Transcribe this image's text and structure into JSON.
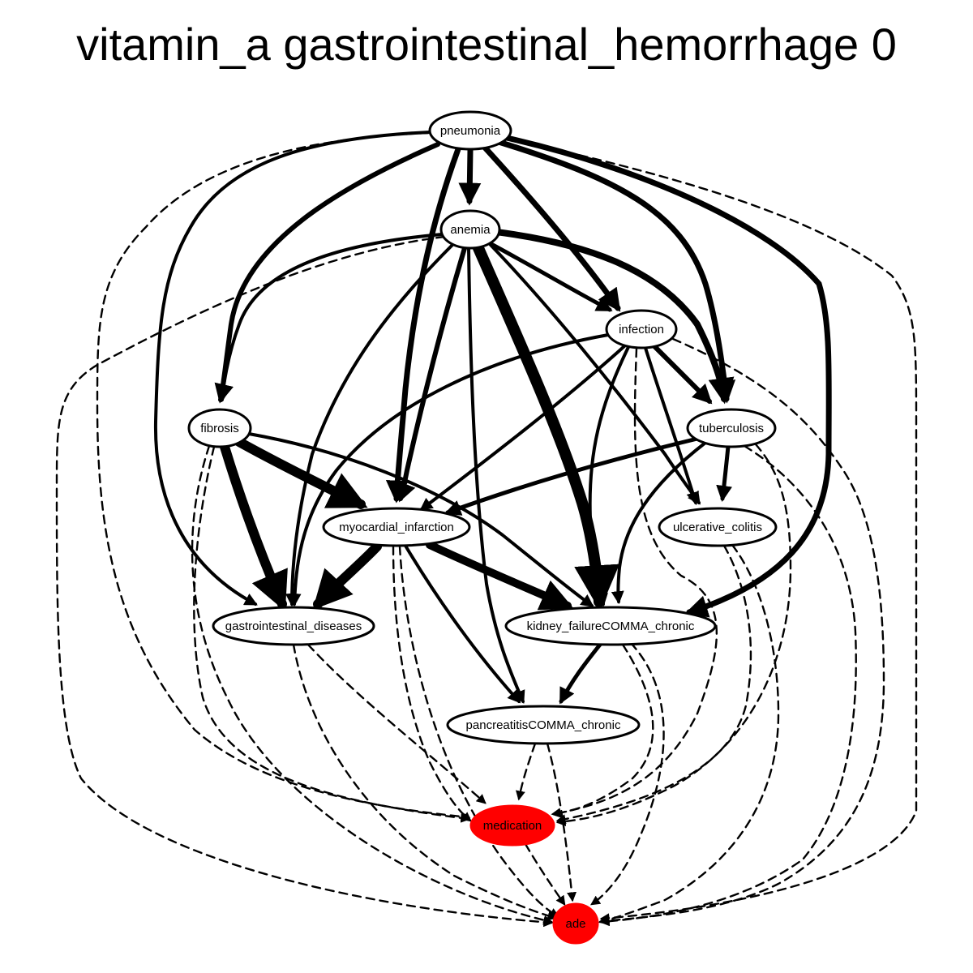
{
  "title": "vitamin_a gastrointestinal_hemorrhage 0",
  "colors": {
    "highlight": "#ff0000",
    "node_fill": "#ffffff",
    "stroke": "#000000"
  },
  "nodes": [
    {
      "id": "pneumonia",
      "label": "pneumonia",
      "highlight": false
    },
    {
      "id": "anemia",
      "label": "anemia",
      "highlight": false
    },
    {
      "id": "infection",
      "label": "infection",
      "highlight": false
    },
    {
      "id": "fibrosis",
      "label": "fibrosis",
      "highlight": false
    },
    {
      "id": "tuberculosis",
      "label": "tuberculosis",
      "highlight": false
    },
    {
      "id": "myocardial_infarction",
      "label": "myocardial_infarction",
      "highlight": false
    },
    {
      "id": "ulcerative_colitis",
      "label": "ulcerative_colitis",
      "highlight": false
    },
    {
      "id": "gastrointestinal_diseases",
      "label": "gastrointestinal_diseases",
      "highlight": false
    },
    {
      "id": "kidney_failure_chronic",
      "label": "kidney_failureCOMMA_chronic",
      "highlight": false
    },
    {
      "id": "pancreatitis_chronic",
      "label": "pancreatitisCOMMA_chronic",
      "highlight": false
    },
    {
      "id": "medication",
      "label": "medication",
      "highlight": true
    },
    {
      "id": "ade",
      "label": "ade",
      "highlight": true
    }
  ],
  "edges": [
    {
      "from": "pneumonia",
      "to": "anemia",
      "style": "solid",
      "weight": 7
    },
    {
      "from": "pneumonia",
      "to": "fibrosis",
      "style": "solid",
      "weight": 6
    },
    {
      "from": "pneumonia",
      "to": "infection",
      "style": "solid",
      "weight": 7
    },
    {
      "from": "pneumonia",
      "to": "tuberculosis",
      "style": "solid",
      "weight": 7
    },
    {
      "from": "pneumonia",
      "to": "myocardial_infarction",
      "style": "solid",
      "weight": 7
    },
    {
      "from": "pneumonia",
      "to": "gastrointestinal_diseases",
      "style": "solid",
      "weight": 4
    },
    {
      "from": "pneumonia",
      "to": "kidney_failure_chronic",
      "style": "solid",
      "weight": 7
    },
    {
      "from": "pneumonia",
      "to": "medication",
      "style": "dashed",
      "weight": 2
    },
    {
      "from": "pneumonia",
      "to": "ade",
      "style": "dashed",
      "weight": 2
    },
    {
      "from": "anemia",
      "to": "fibrosis",
      "style": "solid",
      "weight": 4
    },
    {
      "from": "anemia",
      "to": "infection",
      "style": "solid",
      "weight": 5
    },
    {
      "from": "anemia",
      "to": "tuberculosis",
      "style": "solid",
      "weight": 8
    },
    {
      "from": "anemia",
      "to": "myocardial_infarction",
      "style": "solid",
      "weight": 6
    },
    {
      "from": "anemia",
      "to": "ulcerative_colitis",
      "style": "solid",
      "weight": 4
    },
    {
      "from": "anemia",
      "to": "gastrointestinal_diseases",
      "style": "solid",
      "weight": 4
    },
    {
      "from": "anemia",
      "to": "kidney_failure_chronic",
      "style": "solid",
      "weight": 14
    },
    {
      "from": "anemia",
      "to": "pancreatitis_chronic",
      "style": "solid",
      "weight": 4
    },
    {
      "from": "anemia",
      "to": "ade",
      "style": "dashed",
      "weight": 2
    },
    {
      "from": "infection",
      "to": "tuberculosis",
      "style": "solid",
      "weight": 6
    },
    {
      "from": "infection",
      "to": "ulcerative_colitis",
      "style": "solid",
      "weight": 4
    },
    {
      "from": "infection",
      "to": "myocardial_infarction",
      "style": "solid",
      "weight": 4
    },
    {
      "from": "infection",
      "to": "gastrointestinal_diseases",
      "style": "solid",
      "weight": 4
    },
    {
      "from": "infection",
      "to": "kidney_failure_chronic",
      "style": "solid",
      "weight": 4
    },
    {
      "from": "infection",
      "to": "medication",
      "style": "dashed",
      "weight": 2
    },
    {
      "from": "infection",
      "to": "ade",
      "style": "dashed",
      "weight": 2
    },
    {
      "from": "fibrosis",
      "to": "myocardial_infarction",
      "style": "solid",
      "weight": 12
    },
    {
      "from": "fibrosis",
      "to": "gastrointestinal_diseases",
      "style": "solid",
      "weight": 12
    },
    {
      "from": "fibrosis",
      "to": "kidney_failure_chronic",
      "style": "solid",
      "weight": 4
    },
    {
      "from": "fibrosis",
      "to": "medication",
      "style": "dashed",
      "weight": 2
    },
    {
      "from": "fibrosis",
      "to": "ade",
      "style": "dashed",
      "weight": 2
    },
    {
      "from": "tuberculosis",
      "to": "myocardial_infarction",
      "style": "solid",
      "weight": 5
    },
    {
      "from": "tuberculosis",
      "to": "ulcerative_colitis",
      "style": "solid",
      "weight": 5
    },
    {
      "from": "tuberculosis",
      "to": "kidney_failure_chronic",
      "style": "solid",
      "weight": 4
    },
    {
      "from": "tuberculosis",
      "to": "medication",
      "style": "dashed",
      "weight": 2
    },
    {
      "from": "tuberculosis",
      "to": "ade",
      "style": "dashed",
      "weight": 2
    },
    {
      "from": "myocardial_infarction",
      "to": "gastrointestinal_diseases",
      "style": "solid",
      "weight": 12
    },
    {
      "from": "myocardial_infarction",
      "to": "kidney_failure_chronic",
      "style": "solid",
      "weight": 10
    },
    {
      "from": "myocardial_infarction",
      "to": "pancreatitis_chronic",
      "style": "solid",
      "weight": 4
    },
    {
      "from": "myocardial_infarction",
      "to": "medication",
      "style": "dashed",
      "weight": 2
    },
    {
      "from": "myocardial_infarction",
      "to": "ade",
      "style": "dashed",
      "weight": 2
    },
    {
      "from": "ulcerative_colitis",
      "to": "medication",
      "style": "dashed",
      "weight": 2
    },
    {
      "from": "ulcerative_colitis",
      "to": "ade",
      "style": "dashed",
      "weight": 2
    },
    {
      "from": "gastrointestinal_diseases",
      "to": "medication",
      "style": "dashed",
      "weight": 2
    },
    {
      "from": "gastrointestinal_diseases",
      "to": "ade",
      "style": "dashed",
      "weight": 2
    },
    {
      "from": "kidney_failure_chronic",
      "to": "pancreatitis_chronic",
      "style": "solid",
      "weight": 5
    },
    {
      "from": "kidney_failure_chronic",
      "to": "medication",
      "style": "dashed",
      "weight": 2
    },
    {
      "from": "kidney_failure_chronic",
      "to": "ade",
      "style": "dashed",
      "weight": 2
    },
    {
      "from": "pancreatitis_chronic",
      "to": "medication",
      "style": "dashed",
      "weight": 2
    },
    {
      "from": "pancreatitis_chronic",
      "to": "ade",
      "style": "dashed",
      "weight": 2
    },
    {
      "from": "medication",
      "to": "ade",
      "style": "dashed",
      "weight": 2
    }
  ]
}
